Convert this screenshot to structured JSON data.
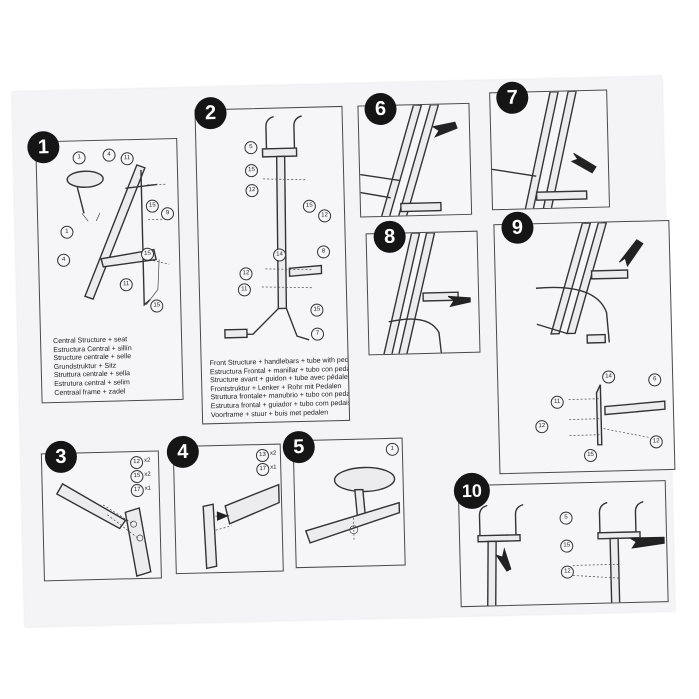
{
  "steps": [
    {
      "number": "1",
      "caption": [
        "Central Structure + seat",
        "Estructura Central + sillín",
        "Structure centrale + selle",
        "Grundstruktur + Sitz",
        "Struttura centrale + sella",
        "Estrutura central + selim",
        "Centraal frame + zadel"
      ],
      "parts": [
        "1",
        "4",
        "11",
        "15",
        "9",
        "15",
        "1",
        "4",
        "11",
        "15"
      ]
    },
    {
      "number": "2",
      "caption": [
        "Front Structure + handlebars + tube with pedals",
        "Estructura Frontal + manillar + tubo con pedales",
        "Structure avant + guidon + tube avec pédales",
        "Frontstruktur + Lenker + Rohr mit Pedalen",
        "Struttura frontale+ manubrio + tubo con pedali",
        "Estrutura frontal + guiador + tubo com pedais",
        "Voorframe + stuur + buis met pedalen"
      ],
      "parts": [
        "5",
        "15",
        "12",
        "15",
        "12",
        "8",
        "14",
        "12",
        "11",
        "15",
        "7"
      ]
    },
    {
      "number": "3",
      "hardware": [
        {
          "part": "12",
          "qty": "x2"
        },
        {
          "part": "15",
          "qty": "x2"
        },
        {
          "part": "17",
          "qty": "x1"
        }
      ]
    },
    {
      "number": "4",
      "hardware": [
        {
          "part": "13",
          "qty": "x2"
        },
        {
          "part": "17",
          "qty": "x1"
        }
      ]
    },
    {
      "number": "5",
      "hardware": [
        {
          "part": "1",
          "qty": ""
        }
      ]
    },
    {
      "number": "6"
    },
    {
      "number": "7"
    },
    {
      "number": "8"
    },
    {
      "number": "9",
      "parts": [
        "14",
        "6",
        "11",
        "12",
        "15",
        "12"
      ]
    },
    {
      "number": "10",
      "parts": [
        "5",
        "15",
        "12"
      ]
    }
  ]
}
